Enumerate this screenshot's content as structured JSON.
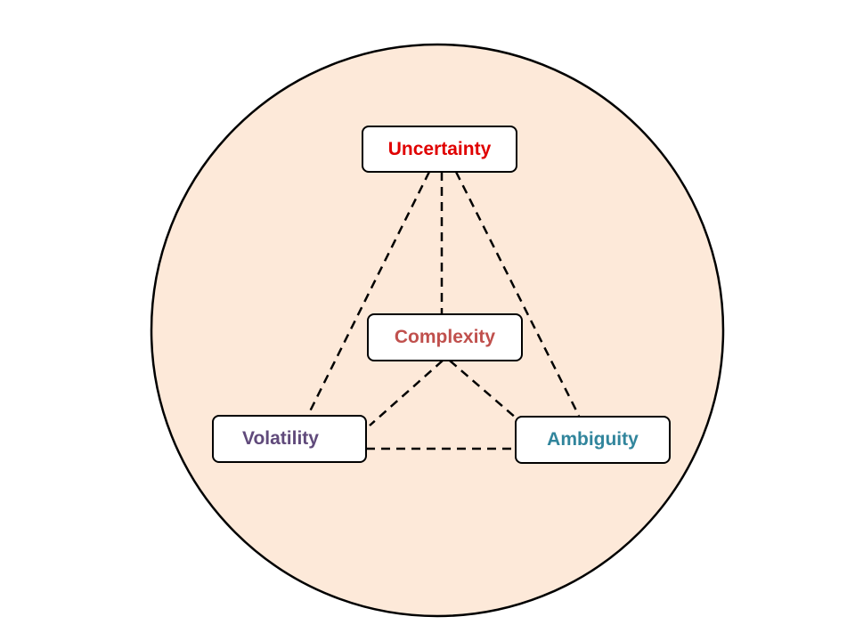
{
  "nodes": {
    "uncertainty": {
      "label": "Uncertainty",
      "color": "#e00000"
    },
    "complexity": {
      "label": "Complexity",
      "color": "#c0504d"
    },
    "volatility": {
      "label": "Volatility",
      "color": "#604a7b"
    },
    "ambiguity": {
      "label": "Ambiguity",
      "color": "#31859c"
    }
  },
  "background_color": "#fde9d9"
}
